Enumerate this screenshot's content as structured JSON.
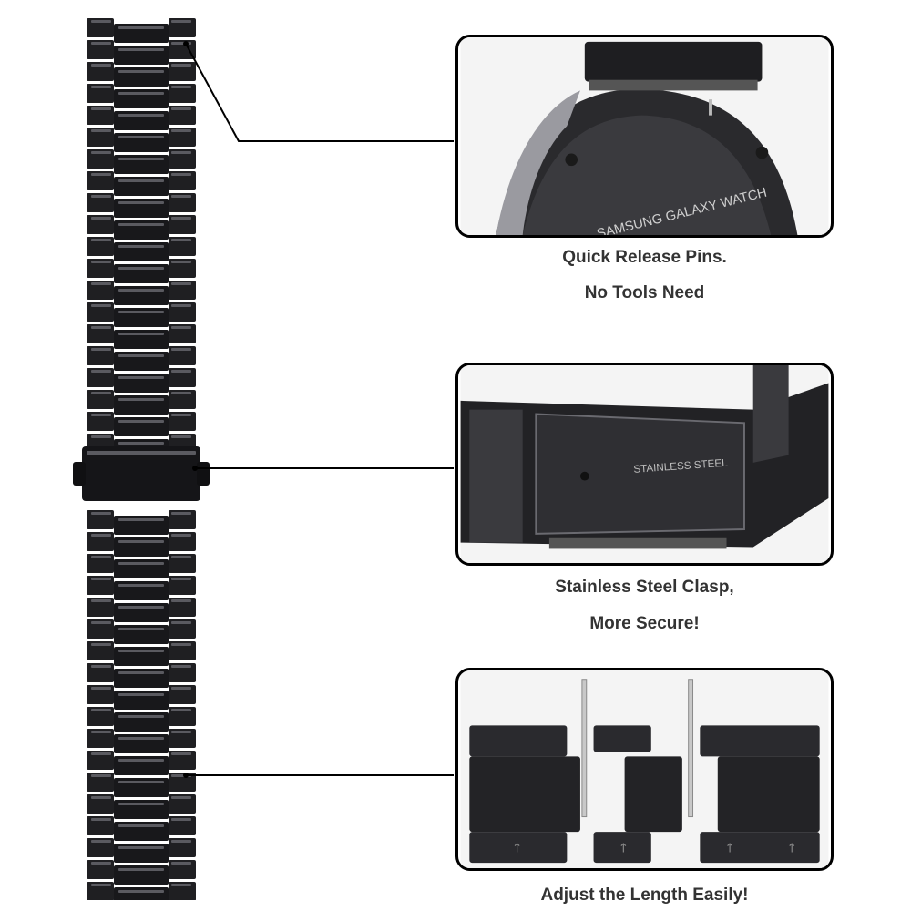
{
  "features": [
    {
      "lines": [
        "Quick Release Pins.",
        "No Tools Need"
      ],
      "engraving": "SAMSUNG GALAXY WATCH"
    },
    {
      "lines": [
        "Stainless Steel Clasp,",
        "More Secure!"
      ],
      "engraving": "STAINLESS STEEL"
    },
    {
      "lines": [
        "Adjust the Length Easily!"
      ]
    }
  ],
  "colors": {
    "metal": "#1f1f22",
    "metal_highlight": "#5a5a60",
    "line": "#000000",
    "text": "#333333"
  }
}
